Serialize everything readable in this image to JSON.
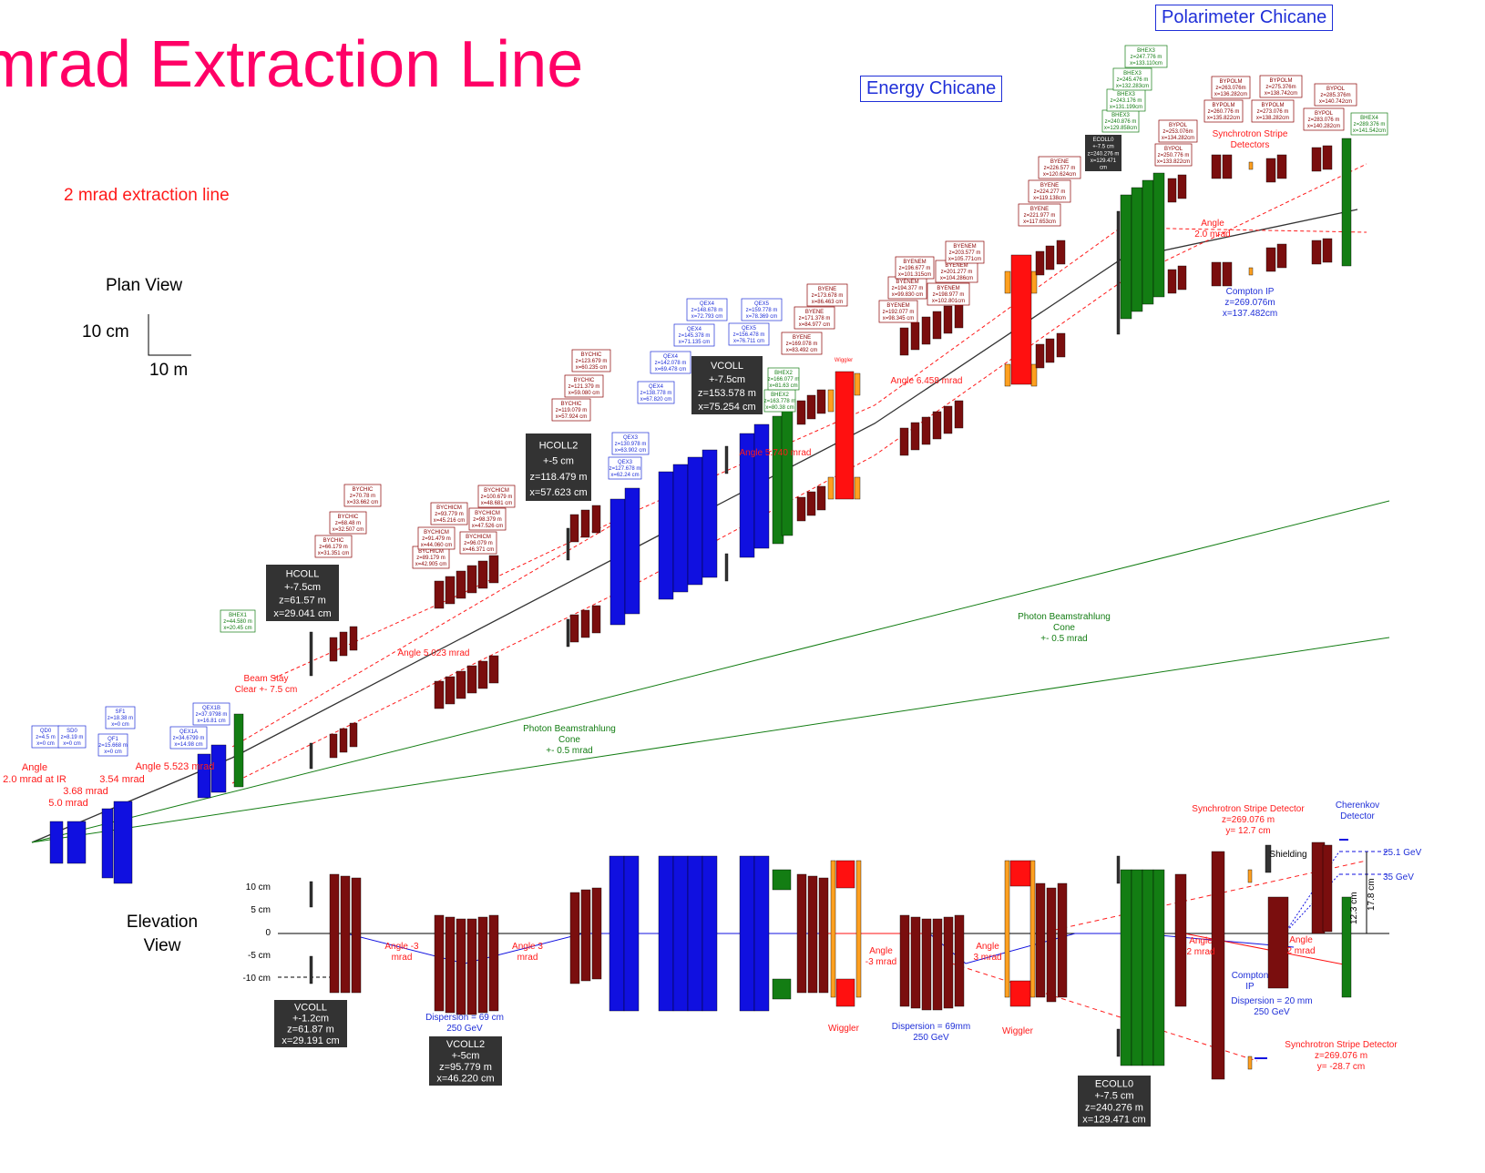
{
  "title": "mrad Extraction Line",
  "subtitle": "2 mrad extraction line",
  "section_labels": {
    "polarimeter": "Polarimeter Chicane",
    "energy": "Energy Chicane",
    "plan": "Plan View",
    "elevation_line1": "Elevation",
    "elevation_line2": "View"
  },
  "scale": {
    "vertical": "10 cm",
    "horizontal": "10 m"
  },
  "elevation_axis": [
    "10 cm",
    "5 cm",
    "0",
    "-5 cm",
    "-10 cm"
  ],
  "colors": {
    "magnet_red": "#7a0e0e",
    "quad_blue": "#1010e0",
    "bend_green": "#137d13",
    "wiggler_red": "#ff1010",
    "orange": "#ffa020",
    "tag_red": "#8b0000",
    "tag_blue": "#1f2fd8",
    "tag_green": "#137d13",
    "annot_red": "#ff1a1a",
    "title_pink": "#ff0066",
    "box_dark": "#333333"
  },
  "tags": [
    {
      "c": "b",
      "lines": [
        "QD0",
        "z=4.5 m",
        "x=0 cm"
      ]
    },
    {
      "c": "b",
      "lines": [
        "SD0",
        "z=8.19 m",
        "x=0 cm"
      ]
    },
    {
      "c": "b",
      "lines": [
        "QF1",
        "z=15.668 m",
        "x=0 cm"
      ]
    },
    {
      "c": "b",
      "lines": [
        "SF1",
        "z=18.38 m",
        "x=0 cm"
      ]
    },
    {
      "c": "b",
      "lines": [
        "QEX1A",
        "z=34.6799 m",
        "x=14.98 cm"
      ]
    },
    {
      "c": "b",
      "lines": [
        "QEX1B",
        "z=37.9798 m",
        "x=16.81 cm"
      ]
    },
    {
      "c": "g",
      "lines": [
        "BHEX1",
        "z=44.580 m",
        "x=20.45 cm"
      ]
    },
    {
      "c": "r",
      "lines": [
        "BYCHIC",
        "z=66.179 m",
        "x=31.351 cm"
      ]
    },
    {
      "c": "r",
      "lines": [
        "BYCHIC",
        "z=68.48 m",
        "x=32.507 cm"
      ]
    },
    {
      "c": "r",
      "lines": [
        "BYCHIC",
        "z=70.78 m",
        "x=33.662 cm"
      ]
    },
    {
      "c": "r",
      "lines": [
        "BYCHICM",
        "z=89.179 m",
        "x=42.905 cm"
      ]
    },
    {
      "c": "r",
      "lines": [
        "BYCHICM",
        "z=91.479 m",
        "x=44.060 cm"
      ]
    },
    {
      "c": "r",
      "lines": [
        "BYCHICM",
        "z=93.779 m",
        "x=45.216 cm"
      ]
    },
    {
      "c": "r",
      "lines": [
        "BYCHICM",
        "z=96.079 m",
        "x=46.371 cm"
      ]
    },
    {
      "c": "r",
      "lines": [
        "BYCHICM",
        "z=98.379 m",
        "x=47.526 cm"
      ]
    },
    {
      "c": "r",
      "lines": [
        "BYCHICM",
        "z=100.679 m",
        "x=48.681 cm"
      ]
    },
    {
      "c": "r",
      "lines": [
        "BYCHIC",
        "z=119.079 m",
        "x=57.924 cm"
      ]
    },
    {
      "c": "r",
      "lines": [
        "BYCHIC",
        "z=121.379 m",
        "x=59.080 cm"
      ]
    },
    {
      "c": "r",
      "lines": [
        "BYCHIC",
        "z=123.679 m",
        "x=60.235 cm"
      ]
    },
    {
      "c": "b",
      "lines": [
        "QEX3",
        "z=127.678 m",
        "x=62.24 cm"
      ]
    },
    {
      "c": "b",
      "lines": [
        "QEX3",
        "z=130.978 m",
        "x=63.902 cm"
      ]
    },
    {
      "c": "b",
      "lines": [
        "QEX4",
        "z=138.778 m",
        "x=67.820 cm"
      ]
    },
    {
      "c": "b",
      "lines": [
        "QEX4",
        "z=142.078 m",
        "x=69.478 cm"
      ]
    },
    {
      "c": "b",
      "lines": [
        "QEX4",
        "z=145.378 m",
        "x=71.135 cm"
      ]
    },
    {
      "c": "b",
      "lines": [
        "QEX4",
        "z=148.678 m",
        "x=72.793 cm"
      ]
    },
    {
      "c": "b",
      "lines": [
        "QEX5",
        "z=156.478 m",
        "x=76.711 cm"
      ]
    },
    {
      "c": "b",
      "lines": [
        "QEX5",
        "z=159.778 m",
        "x=78.369 cm"
      ]
    },
    {
      "c": "g",
      "lines": [
        "BHEX2",
        "z=163.778 m",
        "x=80.38 cm"
      ]
    },
    {
      "c": "g",
      "lines": [
        "BHEX2",
        "z=166.077 m",
        "x=81.63 cm"
      ]
    },
    {
      "c": "r",
      "lines": [
        "BYENE",
        "z=169.078 m",
        "x=83.492 cm"
      ]
    },
    {
      "c": "r",
      "lines": [
        "BYENE",
        "z=171.378 m",
        "x=84.977 cm"
      ]
    },
    {
      "c": "r",
      "lines": [
        "BYENE",
        "z=173.678 m",
        "x=86.463 cm"
      ]
    },
    {
      "c": "r",
      "lines": [
        "BYENEM",
        "z=192.077 m",
        "x=98.345 cm"
      ]
    },
    {
      "c": "r",
      "lines": [
        "BYENEM",
        "z=194.377 m",
        "x=99.830 cm"
      ]
    },
    {
      "c": "r",
      "lines": [
        "BYENEM",
        "z=196.677 m",
        "x=101.315cm"
      ]
    },
    {
      "c": "r",
      "lines": [
        "BYENEM",
        "z=198.977 m",
        "x=102.801cm"
      ]
    },
    {
      "c": "r",
      "lines": [
        "BYENEM",
        "z=201.277 m",
        "x=104.286cm"
      ]
    },
    {
      "c": "r",
      "lines": [
        "BYENEM",
        "z=203.577 m",
        "x=105.771cm"
      ]
    },
    {
      "c": "r",
      "lines": [
        "BYENE",
        "z=221.977 m",
        "x=117.653cm"
      ]
    },
    {
      "c": "r",
      "lines": [
        "BYENE",
        "z=224.277 m",
        "x=119.138cm"
      ]
    },
    {
      "c": "r",
      "lines": [
        "BYENE",
        "z=226.577 m",
        "x=120.624cm"
      ]
    },
    {
      "c": "g",
      "lines": [
        "BHEX3",
        "z=240.876 m",
        "x=129.858cm"
      ]
    },
    {
      "c": "g",
      "lines": [
        "BHEX3",
        "z=243.176 m",
        "x=131.199cm"
      ]
    },
    {
      "c": "g",
      "lines": [
        "BHEX3",
        "z=245.476 m",
        "x=132.283cm"
      ]
    },
    {
      "c": "g",
      "lines": [
        "BHEX3",
        "z=247.776 m",
        "x=133.110cm"
      ]
    },
    {
      "c": "r",
      "lines": [
        "BYPOL",
        "z=250.776 m",
        "x=133.822cm"
      ]
    },
    {
      "c": "r",
      "lines": [
        "BYPOL",
        "z=253.076m",
        "x=134.282cm"
      ]
    },
    {
      "c": "r",
      "lines": [
        "BYPOLM",
        "z=260.776 m",
        "x=135.822cm"
      ]
    },
    {
      "c": "r",
      "lines": [
        "BYPOLM",
        "z=263.076m",
        "x=136.282cm"
      ]
    },
    {
      "c": "r",
      "lines": [
        "BYPOLM",
        "z=273.076 m",
        "x=138.282cm"
      ]
    },
    {
      "c": "r",
      "lines": [
        "BYPOLM",
        "z=275.376m",
        "x=138.742cm"
      ]
    },
    {
      "c": "r",
      "lines": [
        "BYPOL",
        "z=283.076 m",
        "x=140.282cm"
      ]
    },
    {
      "c": "r",
      "lines": [
        "BYPOL",
        "z=285.376m",
        "x=140.742cm"
      ]
    },
    {
      "c": "g",
      "lines": [
        "BHEX4",
        "z=289.376 m",
        "x=141.542cm"
      ]
    }
  ],
  "dark_boxes": [
    {
      "lines": [
        "HCOLL",
        "+-7.5cm",
        "z=61.57 m",
        "x=29.041 cm"
      ]
    },
    {
      "lines": [
        "HCOLL2",
        "+-5 cm",
        "z=118.479 m",
        "x=57.623 cm"
      ]
    },
    {
      "lines": [
        "VCOLL",
        "+-7.5cm",
        "z=153.578 m",
        "x=75.254 cm"
      ]
    },
    {
      "lines": [
        "ECOLL0",
        "+-7.5 cm",
        "z=240.276 m",
        "x=129.471",
        "cm"
      ]
    },
    {
      "lines": [
        "VCOLL",
        "+-1.2cm",
        "z=61.87 m",
        "x=29.191 cm"
      ]
    },
    {
      "lines": [
        "VCOLL2",
        "+-5cm",
        "z=95.779 m",
        "x=46.220 cm"
      ]
    },
    {
      "lines": [
        "ECOLL0",
        "+-7.5 cm",
        "z=240.276 m",
        "x=129.471 cm"
      ]
    }
  ],
  "annotations": [
    {
      "c": "r",
      "lines": [
        "Angle",
        "2.0 mrad at IR"
      ]
    },
    {
      "c": "r",
      "lines": [
        "3.68 mrad"
      ]
    },
    {
      "c": "r",
      "lines": [
        "5.0 mrad"
      ]
    },
    {
      "c": "r",
      "lines": [
        "3.54 mrad"
      ]
    },
    {
      "c": "r",
      "lines": [
        "Angle 5.523 mrad"
      ]
    },
    {
      "c": "r",
      "lines": [
        "Beam Stay",
        "Clear +- 7.5 cm"
      ]
    },
    {
      "c": "r",
      "lines": [
        "Angle 5.023 mrad"
      ]
    },
    {
      "c": "r",
      "lines": [
        "Angle 5.740 mrad"
      ]
    },
    {
      "c": "r",
      "lines": [
        "Wiggler"
      ]
    },
    {
      "c": "r",
      "lines": [
        "Angle 6.458 mrad"
      ]
    },
    {
      "c": "r",
      "lines": [
        "Synchrotron Stripe",
        "Detectors"
      ]
    },
    {
      "c": "r",
      "lines": [
        "Angle",
        "2.0 mrad"
      ]
    },
    {
      "c": "b",
      "lines": [
        "Compton IP",
        "z=269.076m",
        "x=137.482cm"
      ]
    },
    {
      "c": "g",
      "lines": [
        "Photon Beamstrahlung",
        "Cone",
        "+- 0.5 mrad"
      ]
    },
    {
      "c": "g",
      "lines": [
        "Photon Beamstrahlung",
        "Cone",
        "+- 0.5 mrad"
      ]
    },
    {
      "c": "r",
      "lines": [
        "Angle -3",
        "mrad"
      ]
    },
    {
      "c": "r",
      "lines": [
        "Angle 3",
        "mrad"
      ]
    },
    {
      "c": "b",
      "lines": [
        "Dispersion = 69 cm",
        "250 GeV"
      ]
    },
    {
      "c": "r",
      "lines": [
        "Wiggler"
      ]
    },
    {
      "c": "r",
      "lines": [
        "Angle",
        "-3 mrad"
      ]
    },
    {
      "c": "b",
      "lines": [
        "Dispersion = 69mm",
        "250 GeV"
      ]
    },
    {
      "c": "r",
      "lines": [
        "Angle",
        "3 mrad"
      ]
    },
    {
      "c": "r",
      "lines": [
        "Wiggler"
      ]
    },
    {
      "c": "r",
      "lines": [
        "Synchrotron Stripe Detector",
        "z=269.076 m",
        "y= 12.7 cm"
      ]
    },
    {
      "c": "b",
      "lines": [
        "Cherenkov",
        "Detector"
      ]
    },
    {
      "c": "k",
      "lines": [
        "Shielding"
      ]
    },
    {
      "c": "b",
      "lines": [
        "25.1 GeV"
      ]
    },
    {
      "c": "b",
      "lines": [
        "35 GeV"
      ]
    },
    {
      "c": "k",
      "lines": [
        "17.8 cm"
      ]
    },
    {
      "c": "k",
      "lines": [
        "12.3 cm"
      ]
    },
    {
      "c": "r",
      "lines": [
        "Angle",
        "2 mrad"
      ]
    },
    {
      "c": "r",
      "lines": [
        "Angle",
        "2 mrad"
      ]
    },
    {
      "c": "b",
      "lines": [
        "Compton",
        "IP"
      ]
    },
    {
      "c": "b",
      "lines": [
        "Dispersion = 20 mm",
        "250 GeV"
      ]
    },
    {
      "c": "r",
      "lines": [
        "Synchrotron Stripe Detector",
        "z=269.076 m",
        "y= -28.7 cm"
      ]
    }
  ]
}
